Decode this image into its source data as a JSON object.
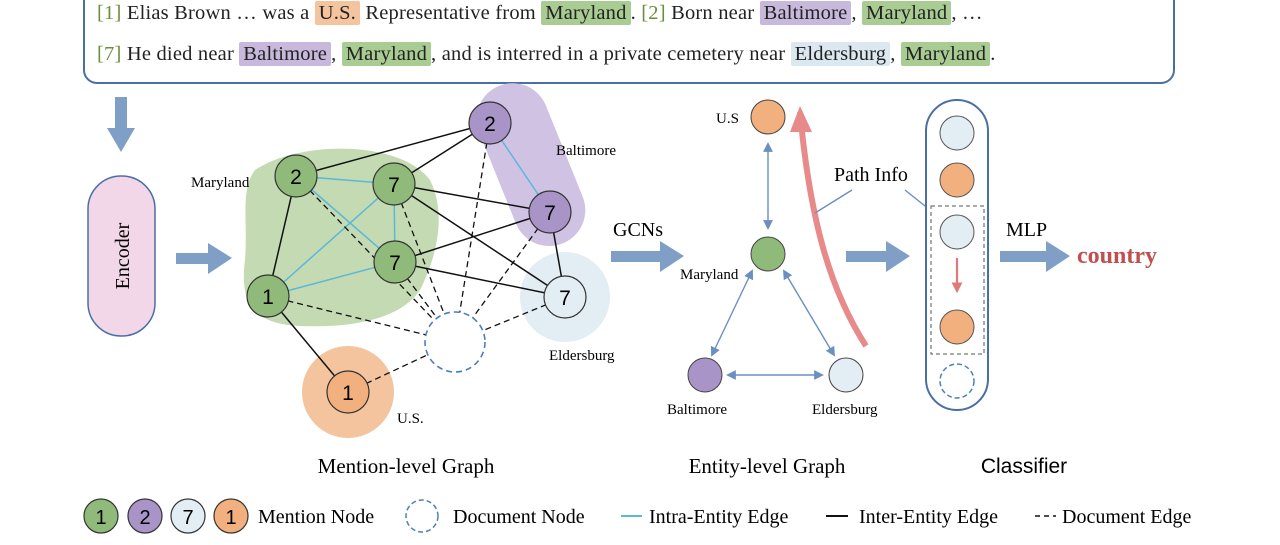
{
  "text_box": {
    "line1": {
      "ref1": "[1]",
      "t1": "Elias Brown … was a",
      "e_us": "U.S.",
      "t2": "Representative from",
      "e_maryland": "Maryland",
      "t3": ".",
      "ref2": "[2]",
      "t4": "Born near",
      "e_baltimore": "Baltimore",
      "t5": ",",
      "e_maryland2": "Maryland",
      "t6": ", …"
    },
    "line2": {
      "ref7": "[7]",
      "t1": "He died near",
      "e_baltimore": "Baltimore",
      "t2": ",",
      "e_maryland": "Maryland",
      "t3": ", and is interred in a private cemetery near",
      "e_eldersburg": "Eldersburg",
      "t4": ",",
      "e_maryland2": "Maryland",
      "t5": "."
    }
  },
  "encoder": {
    "label": "Encoder"
  },
  "mention_graph": {
    "title": "Mention-level Graph",
    "group_labels": {
      "maryland": "Maryland",
      "baltimore": "Baltimore",
      "eldersburg": "Eldersburg",
      "us": "U.S."
    },
    "nodes": {
      "m2": "2",
      "m7a": "7",
      "m7b": "7",
      "m1": "1",
      "b2": "2",
      "b7": "7",
      "e7": "7",
      "u1": "1"
    }
  },
  "gcn_label": "GCNs",
  "entity_graph": {
    "title": "Entity-level Graph",
    "labels": {
      "us": "U.S",
      "maryland": "Maryland",
      "baltimore": "Baltimore",
      "eldersburg": "Eldersburg"
    }
  },
  "path_info": "Path Info",
  "classifier": {
    "title": "Classifier"
  },
  "mlp_label": "MLP",
  "output": "country",
  "legend": {
    "nodes": [
      "1",
      "2",
      "7",
      "1"
    ],
    "mention": "Mention Node",
    "document": "Document Node",
    "intra": "Intra-Entity Edge",
    "inter": "Inter-Entity Edge",
    "docedge": "Document Edge"
  },
  "colors": {
    "green": "#8fba7a",
    "purple": "#a994c8",
    "blue": "#e3edf4",
    "orange": "#f2b07f",
    "edge_blue": "#5ab8d8",
    "arrow": "#7f9fc6",
    "red": "#e07a7a",
    "country": "#c0504d"
  }
}
